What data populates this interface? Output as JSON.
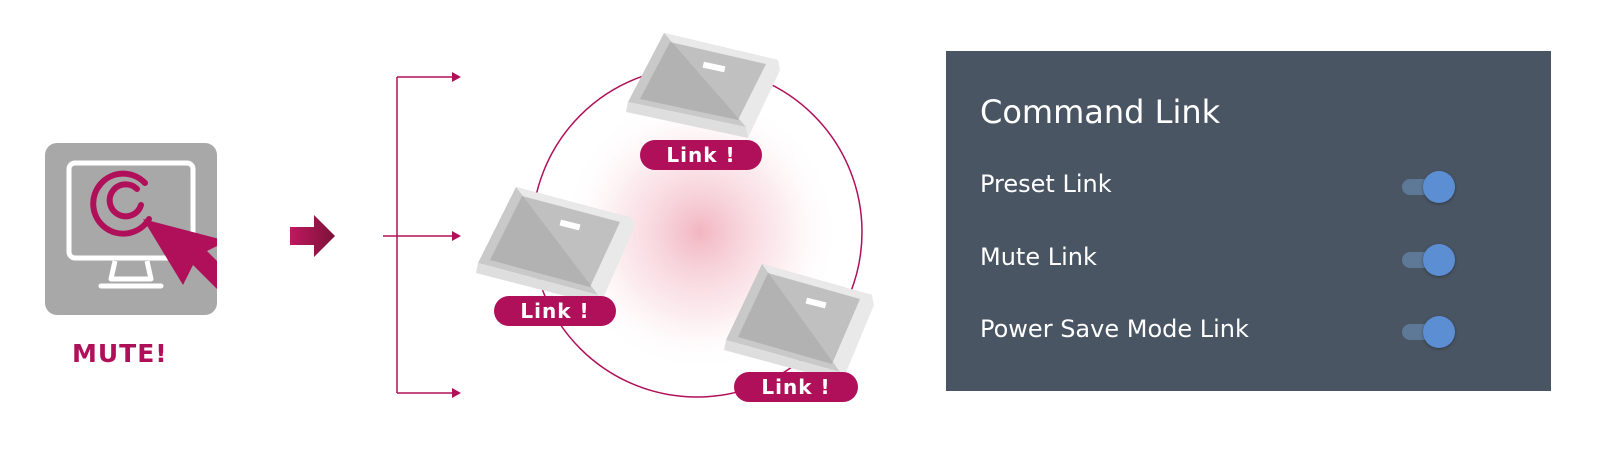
{
  "left": {
    "label": "MUTE!"
  },
  "badges": [
    "Link !",
    "Link !",
    "Link !"
  ],
  "panel": {
    "title": "Command Link",
    "rows": [
      {
        "label": "Preset Link",
        "on": true
      },
      {
        "label": "Mute Link",
        "on": true
      },
      {
        "label": "Power Save Mode Link",
        "on": true
      }
    ]
  },
  "colors": {
    "accent": "#b0105a",
    "panel_bg": "#4a5564",
    "toggle_knob": "#5b8ed3",
    "toggle_track": "#5e7897",
    "tile_gray": "#a8a8a8"
  }
}
